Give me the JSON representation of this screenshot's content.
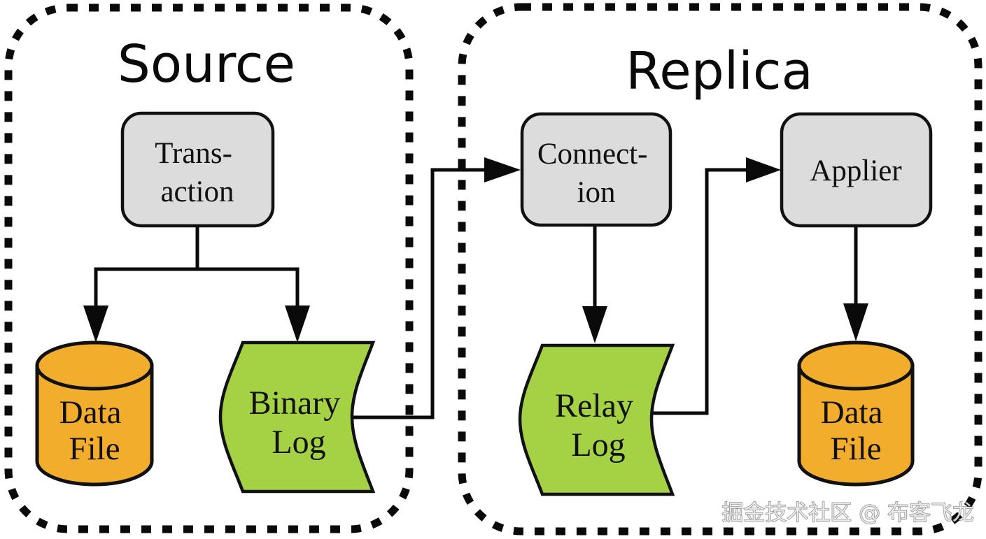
{
  "diagram": {
    "type": "flowchart",
    "subject": "mysql-replication-architecture",
    "groups": [
      {
        "id": "source",
        "title": "Source"
      },
      {
        "id": "replica",
        "title": "Replica"
      }
    ],
    "nodes": [
      {
        "id": "transaction",
        "group": "source",
        "shape": "rounded-rect",
        "line1": "Trans-",
        "line2": "action"
      },
      {
        "id": "data-file-source",
        "group": "source",
        "shape": "cylinder",
        "line1": "Data",
        "line2": "File"
      },
      {
        "id": "binary-log",
        "group": "source",
        "shape": "curled-sheet",
        "line1": "Binary",
        "line2": "Log"
      },
      {
        "id": "connection",
        "group": "replica",
        "shape": "rounded-rect",
        "line1": "Connect-",
        "line2": "ion"
      },
      {
        "id": "relay-log",
        "group": "replica",
        "shape": "curled-sheet",
        "line1": "Relay",
        "line2": "Log"
      },
      {
        "id": "applier",
        "group": "replica",
        "shape": "rounded-rect",
        "line1": "Applier",
        "line2": ""
      },
      {
        "id": "data-file-replica",
        "group": "replica",
        "shape": "cylinder",
        "line1": "Data",
        "line2": "File"
      }
    ],
    "edges": [
      {
        "from": "transaction",
        "to": "data-file-source"
      },
      {
        "from": "transaction",
        "to": "binary-log"
      },
      {
        "from": "binary-log",
        "to": "connection"
      },
      {
        "from": "connection",
        "to": "relay-log"
      },
      {
        "from": "relay-log",
        "to": "applier"
      },
      {
        "from": "applier",
        "to": "data-file-replica"
      }
    ],
    "colors": {
      "background": "#ffffff",
      "process_fill": "#dcdcdc",
      "log_fill": "#a5d144",
      "db_fill": "#f2ad2c",
      "line": "#0a0a0a"
    },
    "watermark": "掘金技术社区 @ 布客飞龙"
  }
}
